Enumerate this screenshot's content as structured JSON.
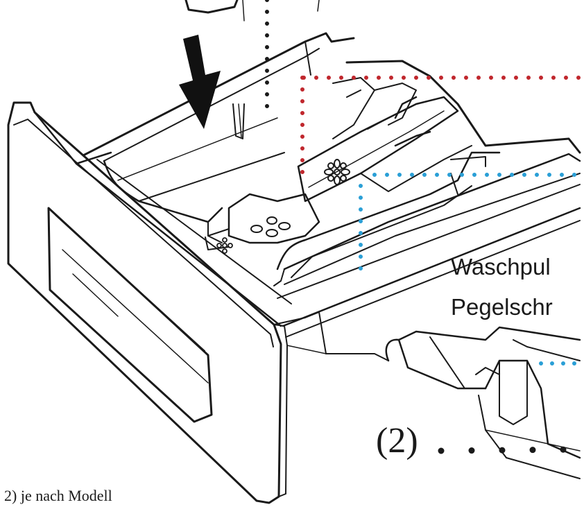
{
  "labels": {
    "detergent_text": "Waschpul",
    "level_text": "Pegelschr",
    "callout_number": "(2)",
    "footnote": "2) je nach Modell"
  },
  "colors": {
    "line": "#1a1a1a",
    "red_dots": "#c0272d",
    "blue_dots": "#2a9fd6",
    "black_dots": "#1a1a1a"
  },
  "icons": [
    "down-arrow-icon",
    "flower-vent-icon"
  ]
}
